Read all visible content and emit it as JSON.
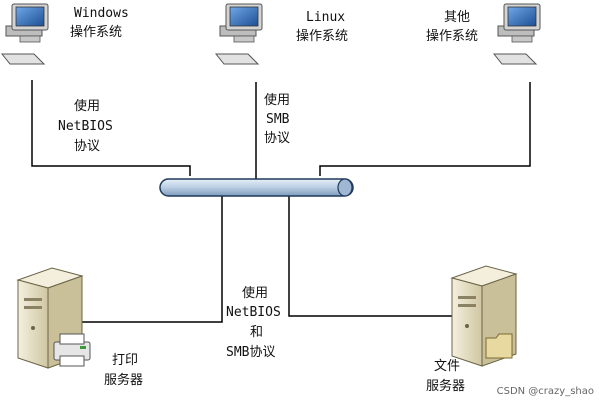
{
  "labels": {
    "windows_os": [
      "Windows",
      "操作系统"
    ],
    "linux_os": [
      "Linux",
      "操作系统"
    ],
    "other_os": [
      "其他",
      "操作系统"
    ],
    "netbios_link": [
      "使用",
      "NetBIOS",
      "协议"
    ],
    "smb_link": [
      "使用",
      "SMB",
      "协议"
    ],
    "both_link": [
      "使用",
      "NetBIOS",
      "和",
      "SMB协议"
    ],
    "print_server": [
      "打印",
      "服务器"
    ],
    "file_server": [
      "文件",
      "服务器"
    ]
  },
  "watermark": "CSDN @crazy_shao",
  "colors": {
    "bus_fill": "#b9cde3",
    "bus_stroke": "#1f3a5a",
    "line": "#000000",
    "computer_body": "#d4d4d4",
    "screen": "#2a6db8",
    "server_body": "#e6dfc4"
  }
}
